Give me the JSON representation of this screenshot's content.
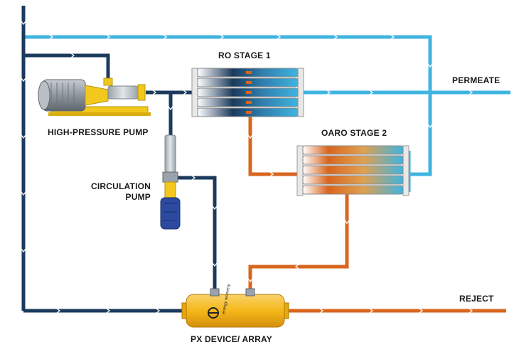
{
  "labels": {
    "ro_stage": "RO STAGE 1",
    "oaro_stage": "OARO STAGE 2",
    "permeate": "PERMEATE",
    "reject": "REJECT",
    "high_pressure_pump": "HIGH-PRESSURE PUMP",
    "circulation_pump_line1": "CIRCULATION",
    "circulation_pump_line2": "PUMP",
    "px_device": "PX DEVICE/ ARRAY"
  },
  "px_logo_text": "energy recovery",
  "colors": {
    "dark_line": "#1b3a5c",
    "light_line": "#3fb4e0",
    "orange_line": "#d9661f",
    "pump_yellow": "#f2c81d",
    "pump_grey": "#9aa3ab",
    "motor_blue": "#2b4aa0",
    "px_yellow": "#f5b71a",
    "membrane_white": "#f2f2f2",
    "label_text": "#1a1a1a"
  }
}
